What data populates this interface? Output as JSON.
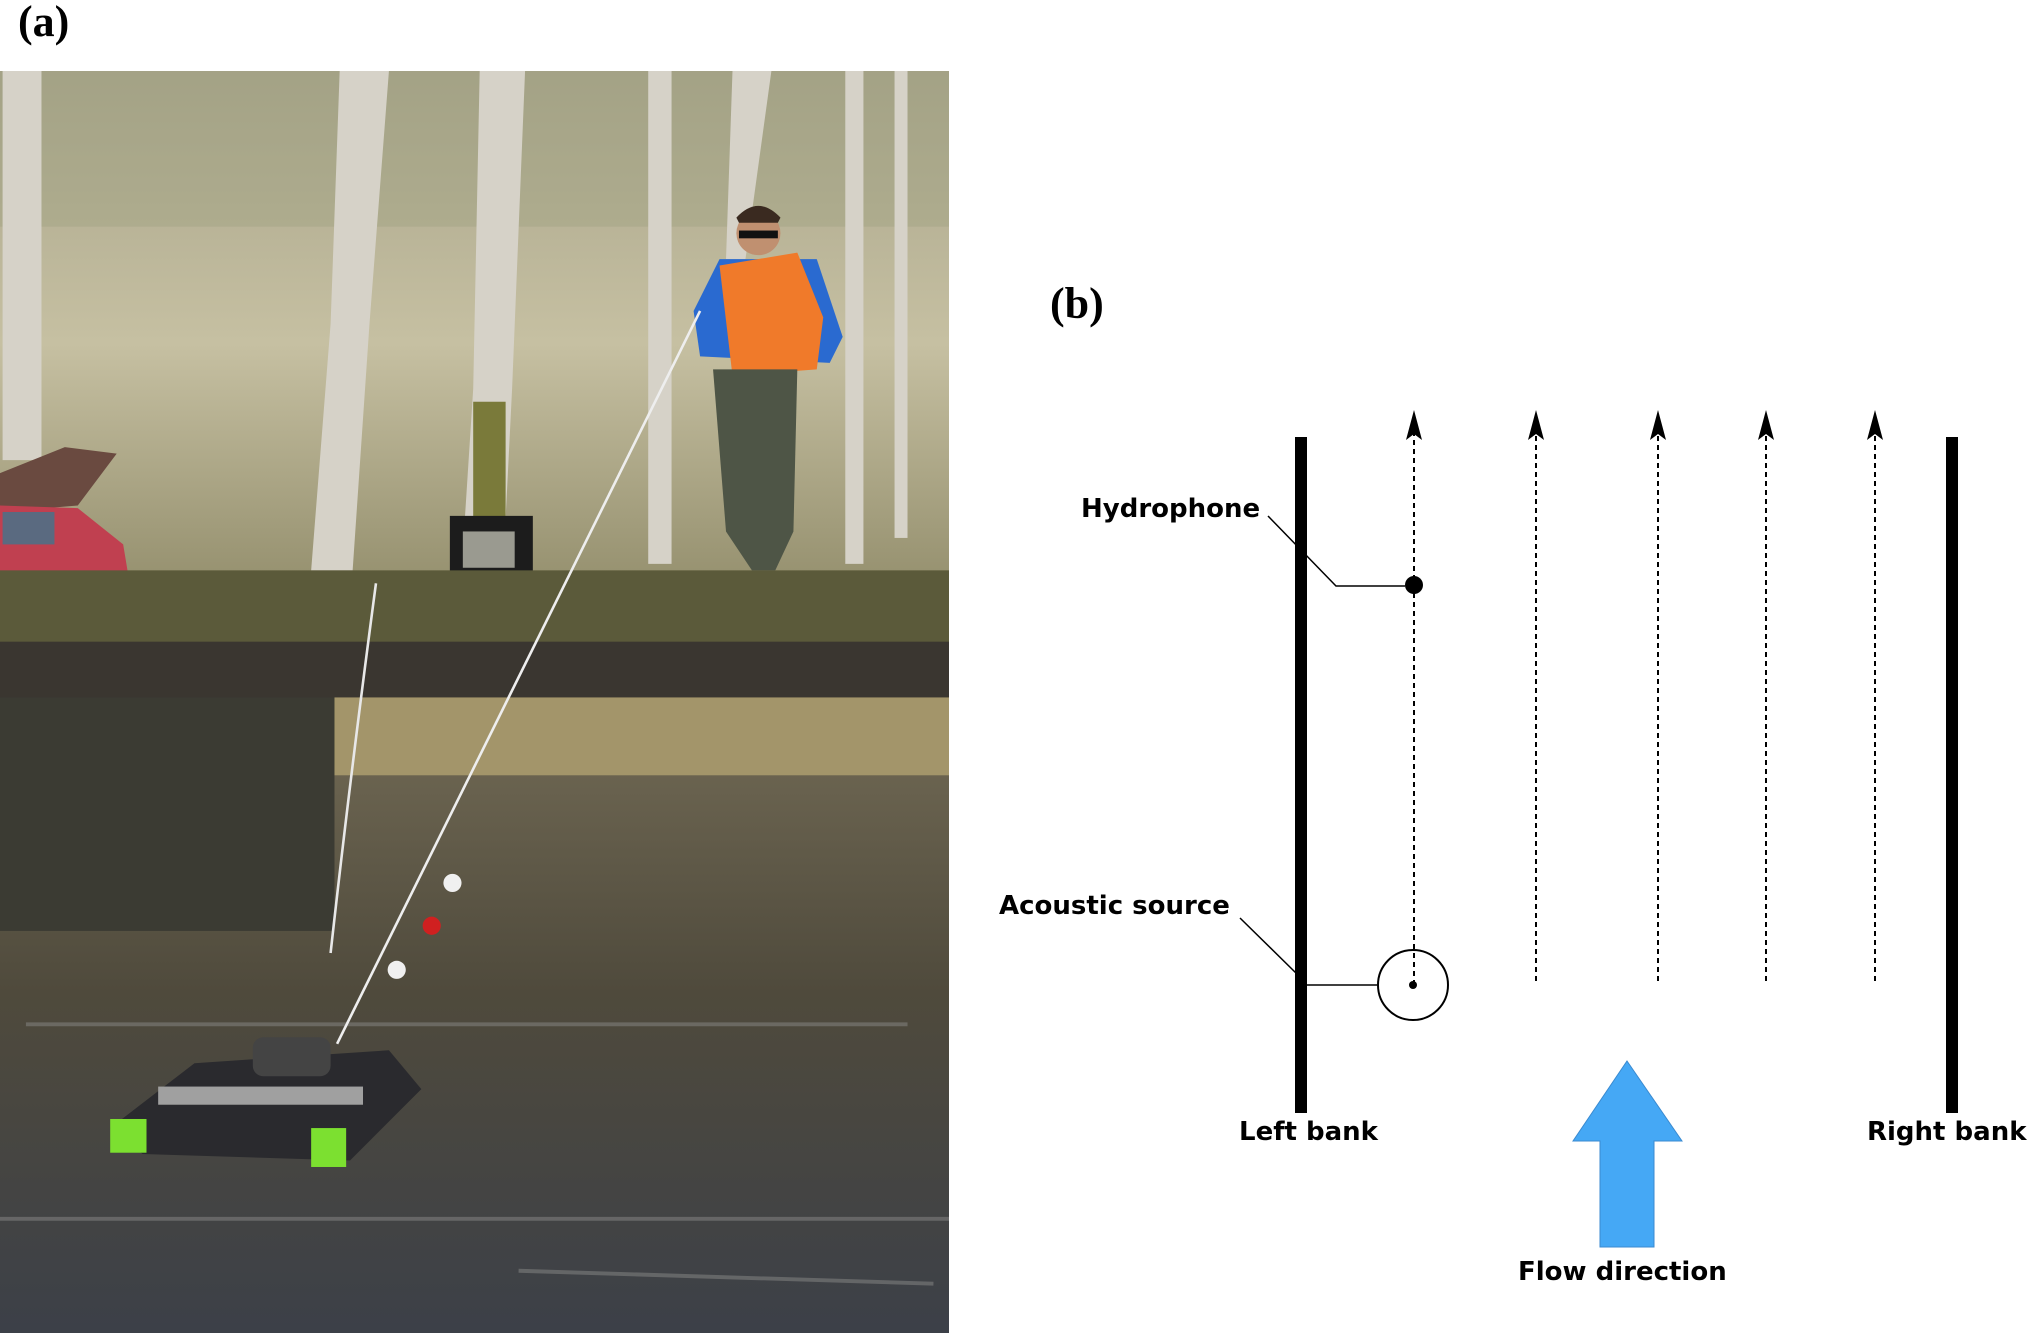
{
  "panel_a": {
    "label": "(a)"
  },
  "panel_b": {
    "label": "(b)",
    "labels": {
      "hydrophone": "Hydrophone",
      "acoustic_source": "Acoustic source",
      "left_bank": "Left bank",
      "right_bank": "Right bank",
      "flow_direction": "Flow direction"
    },
    "colors": {
      "flow_arrow": "#45a8f5",
      "lines": "#000000"
    }
  }
}
